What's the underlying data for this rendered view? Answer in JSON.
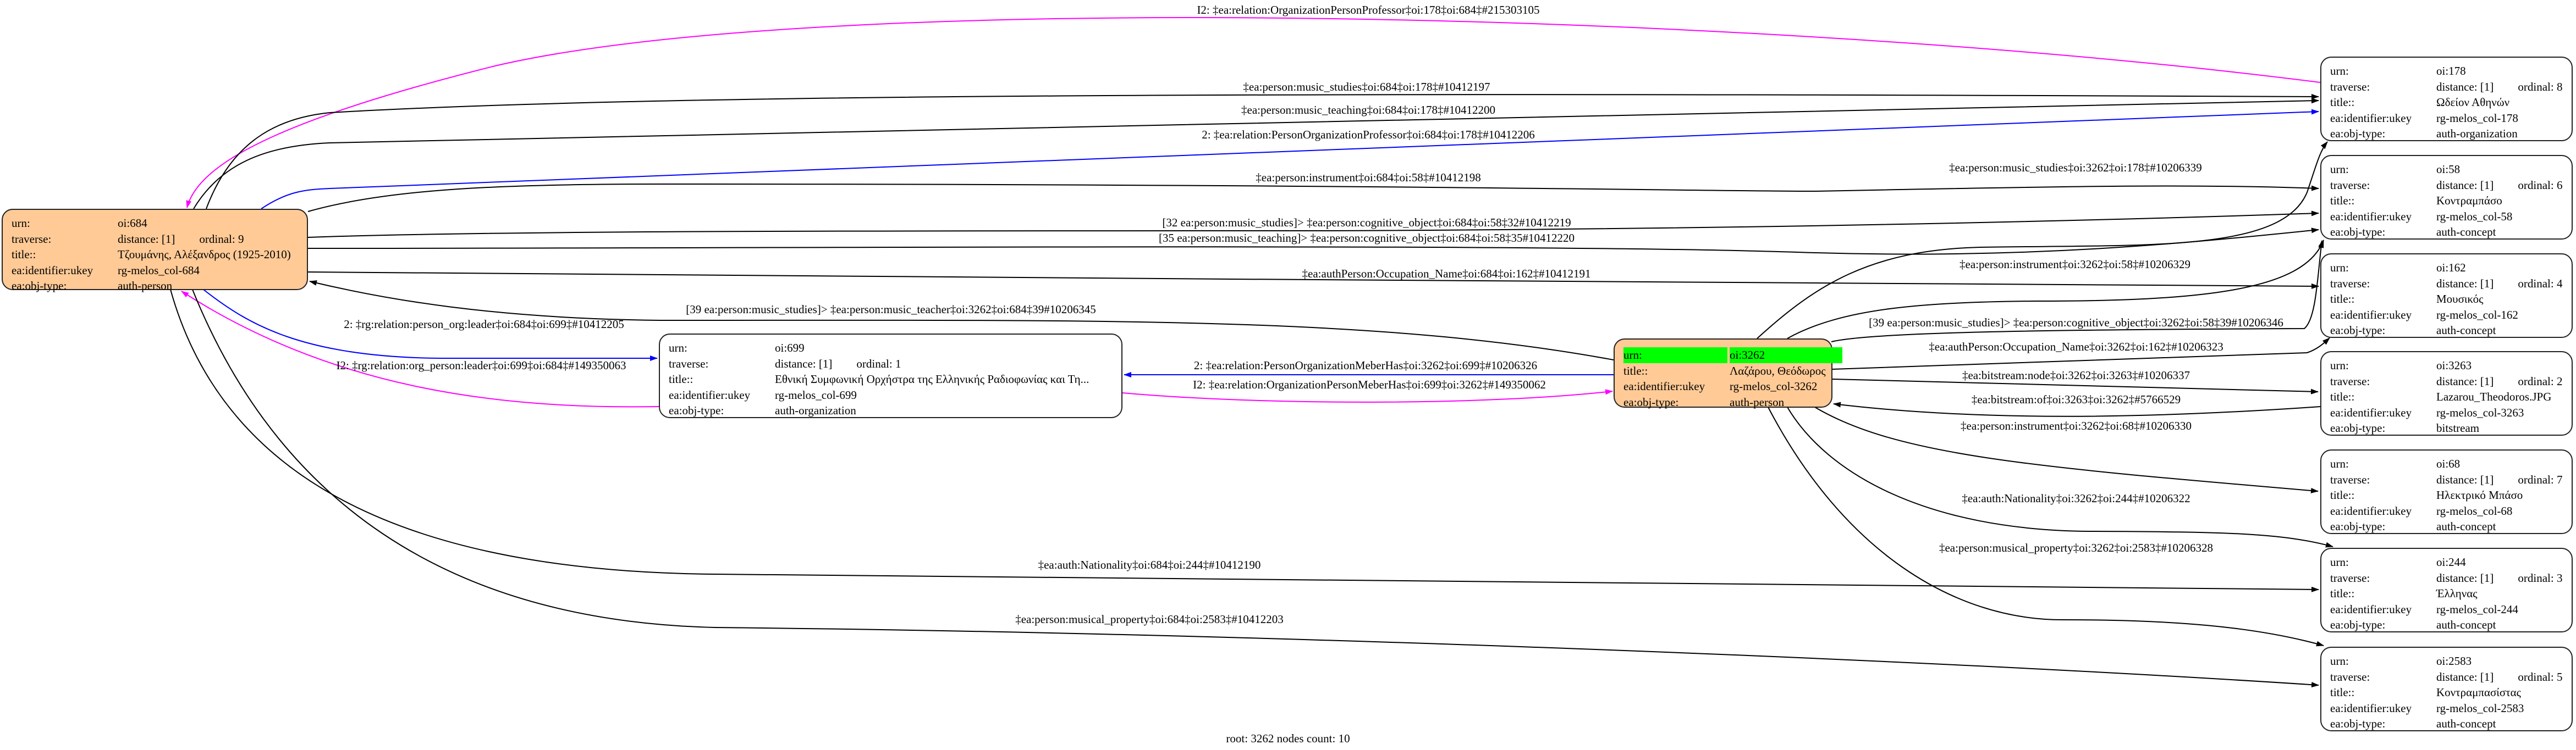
{
  "field_labels": {
    "urn": "urn:",
    "traverse": "traverse:",
    "title": "title::",
    "ukey": "ea:identifier:ukey",
    "objtype": "ea:obj-type:"
  },
  "colors": {
    "root_fill": "#ffca96",
    "highlight": "#00ff00",
    "black": "#000000",
    "blue": "#0000ff",
    "magenta": "#ff00ff"
  },
  "nodes": [
    {
      "id": "684",
      "urn": "oi:684",
      "distance": "distance: [1]",
      "ordinal": "ordinal: 9",
      "title": "Τζουμάνης, Αλέξανδρος (1925-2010)",
      "ukey": "rg-melos_col-684",
      "objtype": "auth-person"
    },
    {
      "id": "699",
      "urn": "oi:699",
      "distance": "distance: [1]",
      "ordinal": "ordinal: 1",
      "title": "Εθνική Συμφωνική Ορχήστρα της Ελληνικής Ραδιοφωνίας και Τη...",
      "ukey": "rg-melos_col-699",
      "objtype": "auth-organization"
    },
    {
      "id": "3262",
      "urn": "oi:3262",
      "title": "Λαζάρου, Θεόδωρος",
      "ukey": "rg-melos_col-3262",
      "objtype": "auth-person"
    },
    {
      "id": "178",
      "urn": "oi:178",
      "distance": "distance: [1]",
      "ordinal": "ordinal: 8",
      "title": "Ωδείον Αθηνών",
      "ukey": "rg-melos_col-178",
      "objtype": "auth-organization"
    },
    {
      "id": "58",
      "urn": "oi:58",
      "distance": "distance: [1]",
      "ordinal": "ordinal: 6",
      "title": "Κοντραμπάσο",
      "ukey": "rg-melos_col-58",
      "objtype": "auth-concept"
    },
    {
      "id": "162",
      "urn": "oi:162",
      "distance": "distance: [1]",
      "ordinal": "ordinal: 4",
      "title": "Μουσικός",
      "ukey": "rg-melos_col-162",
      "objtype": "auth-concept"
    },
    {
      "id": "3263",
      "urn": "oi:3263",
      "distance": "distance: [1]",
      "ordinal": "ordinal: 2",
      "title": "Lazarou_Theodoros.JPG",
      "ukey": "rg-melos_col-3263",
      "objtype": "bitstream"
    },
    {
      "id": "68",
      "urn": "oi:68",
      "distance": "distance: [1]",
      "ordinal": "ordinal: 7",
      "title": "Ηλεκτρικό Μπάσο",
      "ukey": "rg-melos_col-68",
      "objtype": "auth-concept"
    },
    {
      "id": "244",
      "urn": "oi:244",
      "distance": "distance: [1]",
      "ordinal": "ordinal: 3",
      "title": "Έλληνας",
      "ukey": "rg-melos_col-244",
      "objtype": "auth-concept"
    },
    {
      "id": "2583",
      "urn": "oi:2583",
      "distance": "distance: [1]",
      "ordinal": "ordinal: 5",
      "title": "Κοντραμπασίστας",
      "ukey": "rg-melos_col-2583",
      "objtype": "auth-concept"
    }
  ],
  "edges": [
    {
      "label": "I2: ‡ea:relation:OrganizationPersonProfessor‡oi:178‡oi:684‡#215303105",
      "color": "#ff00ff"
    },
    {
      "label": "‡ea:person:music_studies‡oi:684‡oi:178‡#10412197",
      "color": "#000000"
    },
    {
      "label": "‡ea:person:music_teaching‡oi:684‡oi:178‡#10412200",
      "color": "#000000"
    },
    {
      "label": "2: ‡ea:relation:PersonOrganizationProfessor‡oi:684‡oi:178‡#10412206",
      "color": "#0000ff"
    },
    {
      "label": "‡ea:person:instrument‡oi:684‡oi:58‡#10412198",
      "color": "#000000"
    },
    {
      "label": "[32 ea:person:music_studies]> ‡ea:person:cognitive_object‡oi:684‡oi:58‡32#10412219",
      "color": "#000000"
    },
    {
      "label": "[35 ea:person:music_teaching]> ‡ea:person:cognitive_object‡oi:684‡oi:58‡35#10412220",
      "color": "#000000"
    },
    {
      "label": "‡ea:authPerson:Occupation_Name‡oi:684‡oi:162‡#10412191",
      "color": "#000000"
    },
    {
      "label": "[39 ea:person:music_studies]> ‡ea:person:music_teacher‡oi:3262‡oi:684‡39#10206345",
      "color": "#000000"
    },
    {
      "label": "2: ‡rg:relation:person_org:leader‡oi:684‡oi:699‡#10412205",
      "color": "#0000ff"
    },
    {
      "label": "I2: ‡rg:relation:org_person:leader‡oi:699‡oi:684‡#149350063",
      "color": "#ff00ff"
    },
    {
      "label": "2: ‡ea:relation:PersonOrganizationMeberHas‡oi:3262‡oi:699‡#10206326",
      "color": "#0000ff"
    },
    {
      "label": "I2: ‡ea:relation:OrganizationPersonMeberHas‡oi:699‡oi:3262‡#149350062",
      "color": "#ff00ff"
    },
    {
      "label": "‡ea:person:music_studies‡oi:3262‡oi:178‡#10206339",
      "color": "#000000"
    },
    {
      "label": "‡ea:person:instrument‡oi:3262‡oi:58‡#10206329",
      "color": "#000000"
    },
    {
      "label": "[39 ea:person:music_studies]> ‡ea:person:cognitive_object‡oi:3262‡oi:58‡39#10206346",
      "color": "#000000"
    },
    {
      "label": "‡ea:authPerson:Occupation_Name‡oi:3262‡oi:162‡#10206323",
      "color": "#000000"
    },
    {
      "label": "‡ea:bitstream:node‡oi:3262‡oi:3263‡#10206337",
      "color": "#000000"
    },
    {
      "label": "‡ea:bitstream:of‡oi:3263‡oi:3262‡#5766529",
      "color": "#000000"
    },
    {
      "label": "‡ea:person:instrument‡oi:3262‡oi:68‡#10206330",
      "color": "#000000"
    },
    {
      "label": "‡ea:auth:Nationality‡oi:3262‡oi:244‡#10206322",
      "color": "#000000"
    },
    {
      "label": "‡ea:person:musical_property‡oi:3262‡oi:2583‡#10206328",
      "color": "#000000"
    },
    {
      "label": "‡ea:auth:Nationality‡oi:684‡oi:244‡#10412190",
      "color": "#000000"
    },
    {
      "label": "‡ea:person:musical_property‡oi:684‡oi:2583‡#10412203",
      "color": "#000000"
    }
  ],
  "footer": "root: 3262 nodes count: 10"
}
